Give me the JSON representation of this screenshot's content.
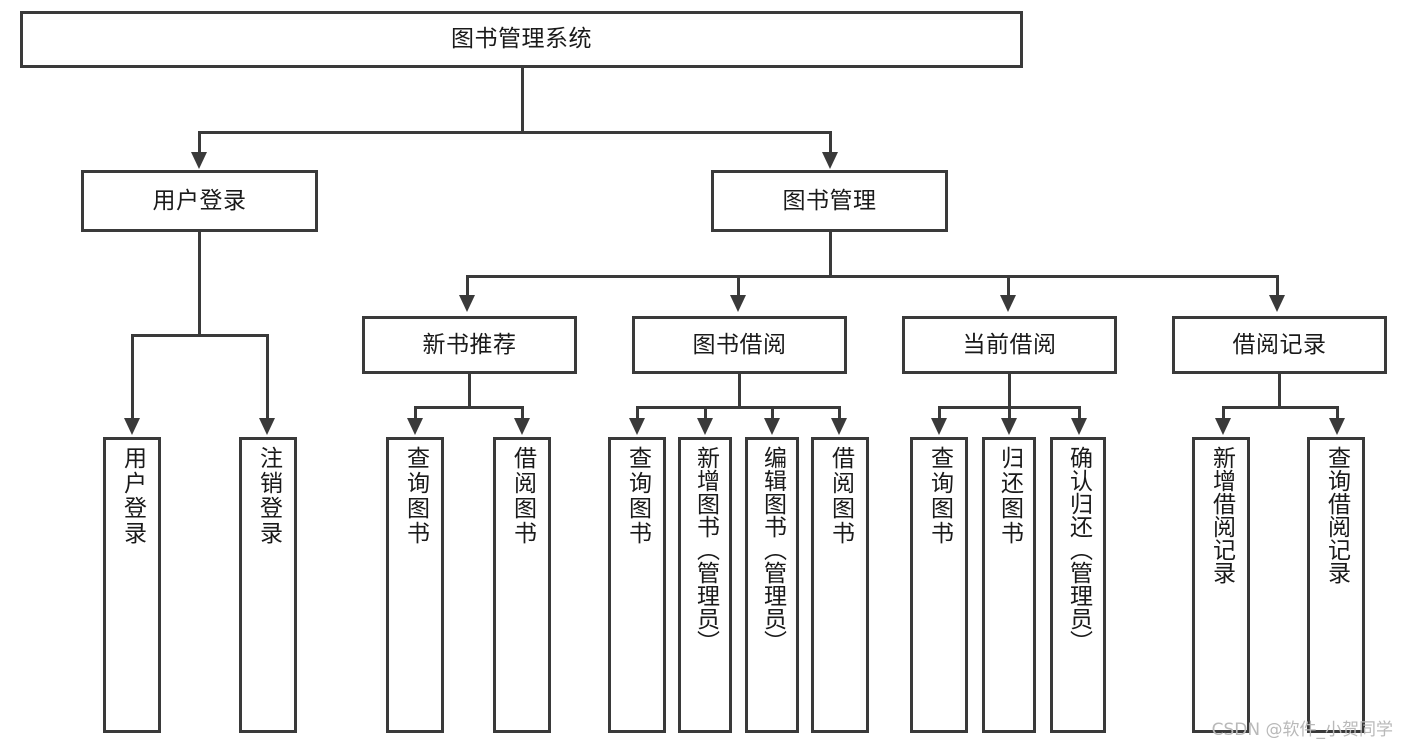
{
  "diagram": {
    "title": "图书管理系统",
    "type": "tree-hierarchy-diagram",
    "root": {
      "label": "图书管理系统"
    },
    "level2": [
      {
        "label": "用户登录"
      },
      {
        "label": "图书管理"
      }
    ],
    "level3": [
      {
        "label": "新书推荐",
        "parent": "图书管理"
      },
      {
        "label": "图书借阅",
        "parent": "图书管理"
      },
      {
        "label": "当前借阅",
        "parent": "图书管理"
      },
      {
        "label": "借阅记录",
        "parent": "图书管理"
      }
    ],
    "leaves": [
      {
        "label": "用户登录",
        "parent": "用户登录"
      },
      {
        "label": "注销登录",
        "parent": "用户登录"
      },
      {
        "label": "查询图书",
        "parent": "新书推荐"
      },
      {
        "label": "借阅图书",
        "parent": "新书推荐"
      },
      {
        "label": "查询图书",
        "parent": "图书借阅"
      },
      {
        "label": "新增图书（管理员）",
        "parent": "图书借阅"
      },
      {
        "label": "编辑图书（管理员）",
        "parent": "图书借阅"
      },
      {
        "label": "借阅图书",
        "parent": "图书借阅"
      },
      {
        "label": "查询图书",
        "parent": "当前借阅"
      },
      {
        "label": "归还图书",
        "parent": "当前借阅"
      },
      {
        "label": "确认归还（管理员）",
        "parent": "当前借阅"
      },
      {
        "label": "新增借阅记录",
        "parent": "借阅记录"
      },
      {
        "label": "查询借阅记录",
        "parent": "借阅记录"
      }
    ],
    "colors": {
      "stroke": "#3a3a3a",
      "fill": "#ffffff",
      "text": "#1a1a1a",
      "watermark": "#b9b9b9"
    }
  },
  "watermark": {
    "text": "CSDN @软件_小贺同学"
  }
}
